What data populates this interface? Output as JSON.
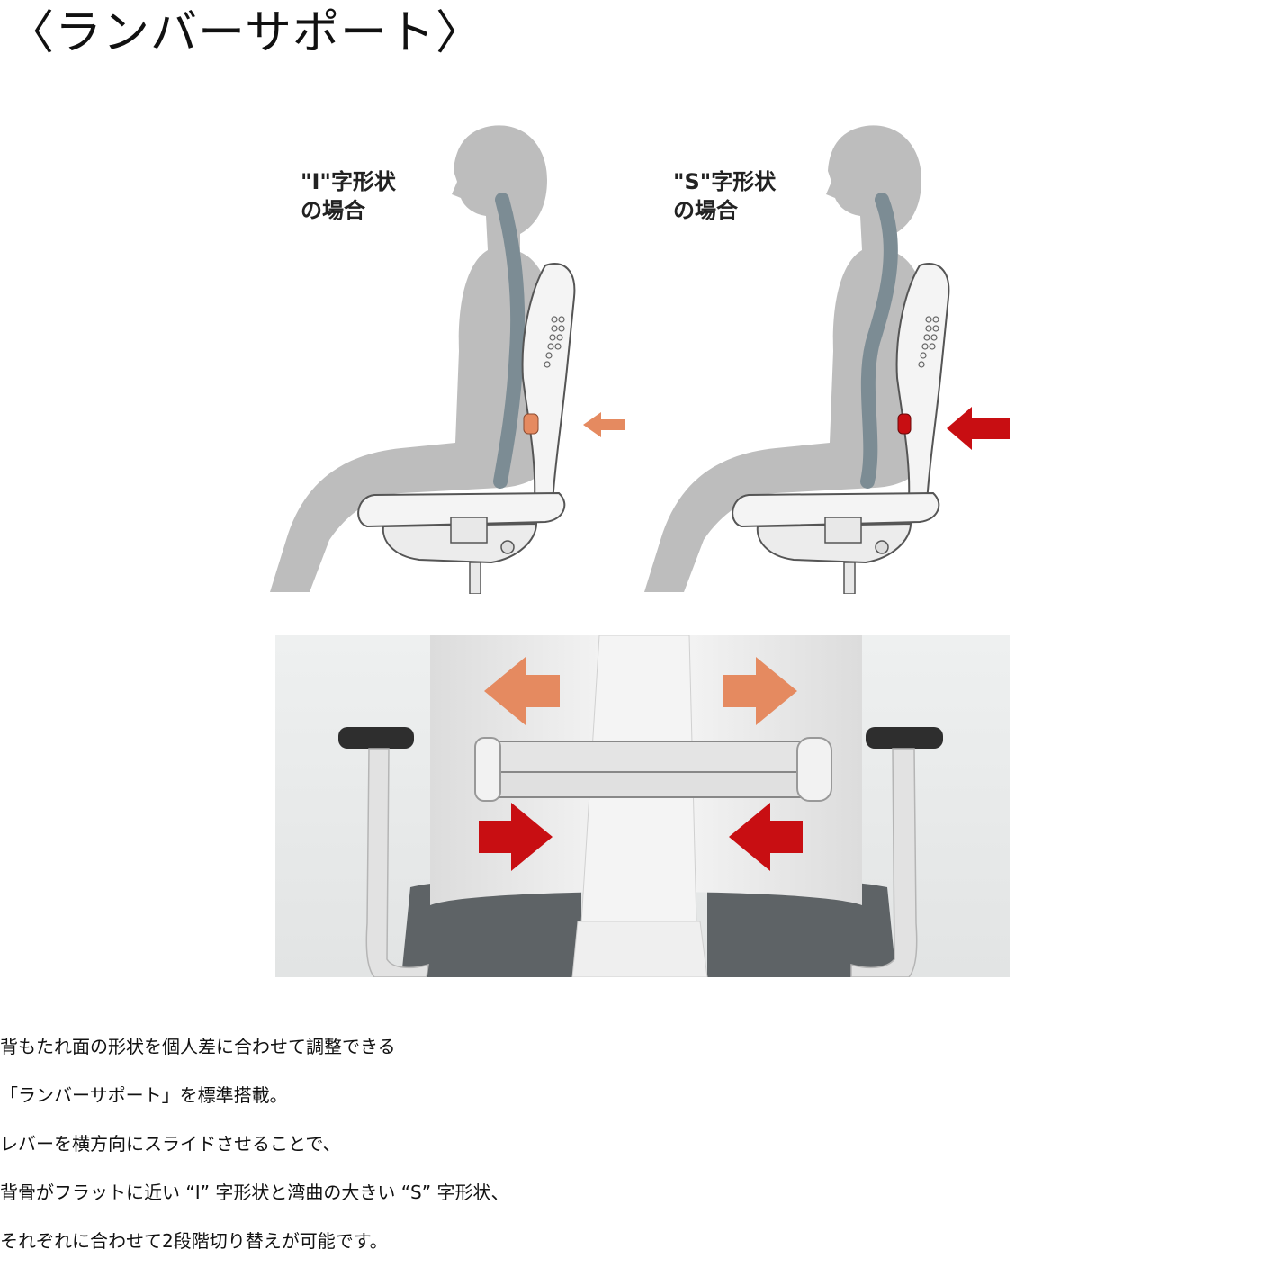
{
  "title": "〈ランバーサポート〉",
  "illustrations": {
    "i_shape": {
      "label_line1": "\"I\"字形状",
      "label_line2": "の場合",
      "arrow_color": "#e58a60"
    },
    "s_shape": {
      "label_line1": "\"S\"字形状",
      "label_line2": "の場合",
      "arrow_color": "#c80e12"
    }
  },
  "photo_arrows": {
    "outer_color": "#e58a60",
    "inner_color": "#c80e12"
  },
  "description": {
    "line1": "背もたれ面の形状を個人差に合わせて調整できる",
    "line2": "「ランバーサポート」を標準搭載。",
    "line3": "レバーを横方向にスライドさせることで、",
    "line4": "背骨がフラットに近い “I” 字形状と湾曲の大きい “S” 字形状、",
    "line5": "それぞれに合わせて2段階切り替えが可能です。"
  }
}
